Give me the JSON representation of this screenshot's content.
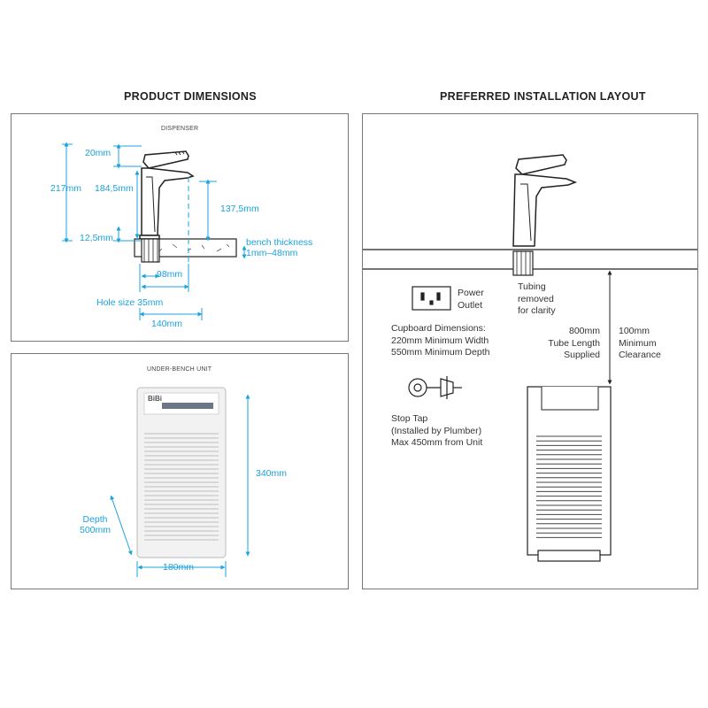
{
  "headings": {
    "product_dimensions": "PRODUCT DIMENSIONS",
    "preferred_installation_layout": "PREFERRED INSTALLATION LAYOUT"
  },
  "dispenser": {
    "title": "DISPENSER",
    "dims": {
      "d20": "20mm",
      "d217": "217mm",
      "d184": "184,5mm",
      "d137": "137,5mm",
      "d12": "12,5mm",
      "bench_line1": "bench thickness",
      "bench_line2": "1mm–48mm",
      "d98": "98mm",
      "hole": "Hole size 35mm",
      "d140": "140mm"
    }
  },
  "under_bench": {
    "title": "UNDER-BENCH UNIT",
    "brand": "BiBi",
    "dims": {
      "height": "340mm",
      "depth_line1": "Depth",
      "depth_line2": "500mm",
      "width": "180mm"
    }
  },
  "installation": {
    "power_line1": "Power",
    "power_line2": "Outlet",
    "tubing_line1": "Tubing",
    "tubing_line2": "removed",
    "tubing_line3": "for clarity",
    "cupboard_line1": "Cupboard Dimensions:",
    "cupboard_line2": "220mm Minimum Width",
    "cupboard_line3": "550mm Minimum Depth",
    "tube_line1": "800mm",
    "tube_line2": "Tube Length",
    "tube_line3": "Supplied",
    "clearance_line1": "100mm",
    "clearance_line2": "Minimum",
    "clearance_line3": "Clearance",
    "stop_line1": "Stop Tap",
    "stop_line2": "(Installed by Plumber)",
    "stop_line3": "Max 450mm from Unit"
  },
  "colors": {
    "dimension": "#1aa3dd",
    "line": "#222222",
    "border": "#777777"
  }
}
